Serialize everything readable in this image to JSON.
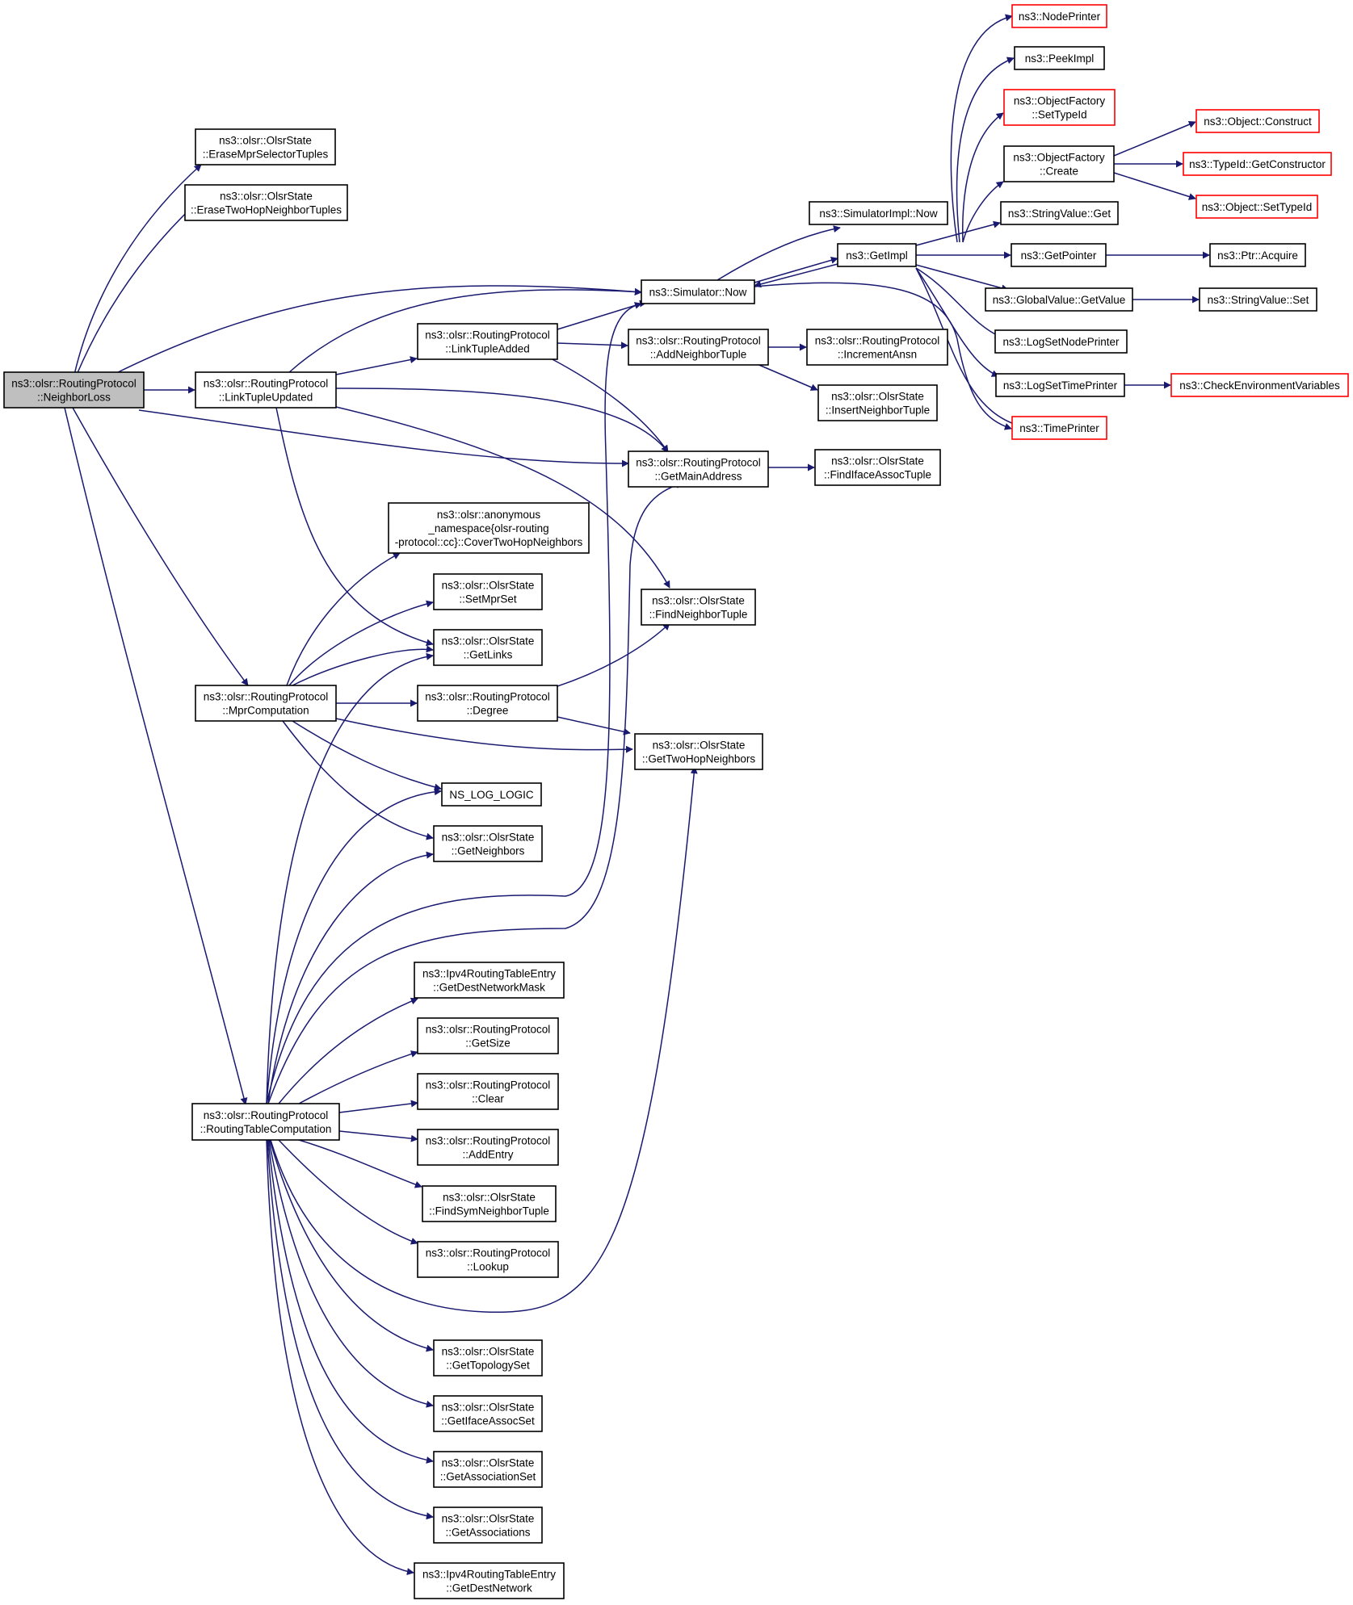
{
  "graph": {
    "edge_color": "#191970",
    "nodes": {
      "n01": {
        "lines": [
          "ns3::olsr::RoutingProtocol",
          "::NeighborLoss"
        ],
        "style": "root",
        "fill": "#bfbfbf"
      },
      "n02": {
        "lines": [
          "ns3::olsr::OlsrState",
          "::EraseMprSelectorTuples"
        ]
      },
      "n03": {
        "lines": [
          "ns3::olsr::OlsrState",
          "::EraseTwoHopNeighborTuples"
        ]
      },
      "n04": {
        "lines": [
          "ns3::olsr::RoutingProtocol",
          "::LinkTupleUpdated"
        ]
      },
      "n05": {
        "lines": [
          "ns3::olsr::RoutingProtocol",
          "::MprComputation"
        ]
      },
      "n06": {
        "lines": [
          "ns3::olsr::RoutingProtocol",
          "::RoutingTableComputation"
        ]
      },
      "n07": {
        "lines": [
          "ns3::Simulator::Now"
        ]
      },
      "n08": {
        "lines": [
          "ns3::olsr::RoutingProtocol",
          "::LinkTupleAdded"
        ]
      },
      "n09": {
        "lines": [
          "ns3::olsr::RoutingProtocol",
          "::GetMainAddress"
        ]
      },
      "n10": {
        "lines": [
          "ns3::olsr::anonymous",
          "_namespace{olsr-routing",
          "-protocol::cc}::CoverTwoHopNeighbors"
        ]
      },
      "n11": {
        "lines": [
          "ns3::olsr::OlsrState",
          "::SetMprSet"
        ]
      },
      "n12": {
        "lines": [
          "ns3::olsr::OlsrState",
          "::GetLinks"
        ]
      },
      "n13": {
        "lines": [
          "ns3::olsr::RoutingProtocol",
          "::Degree"
        ]
      },
      "n14": {
        "lines": [
          "NS_LOG_LOGIC"
        ]
      },
      "n15": {
        "lines": [
          "ns3::olsr::OlsrState",
          "::GetNeighbors"
        ]
      },
      "n16": {
        "lines": [
          "ns3::Ipv4RoutingTableEntry",
          "::GetDestNetworkMask"
        ]
      },
      "n17": {
        "lines": [
          "ns3::olsr::RoutingProtocol",
          "::GetSize"
        ]
      },
      "n18": {
        "lines": [
          "ns3::olsr::RoutingProtocol",
          "::Clear"
        ]
      },
      "n19": {
        "lines": [
          "ns3::olsr::RoutingProtocol",
          "::AddEntry"
        ]
      },
      "n20": {
        "lines": [
          "ns3::olsr::OlsrState",
          "::FindSymNeighborTuple"
        ]
      },
      "n21": {
        "lines": [
          "ns3::olsr::RoutingProtocol",
          "::Lookup"
        ]
      },
      "n22": {
        "lines": [
          "ns3::olsr::OlsrState",
          "::GetTopologySet"
        ]
      },
      "n23": {
        "lines": [
          "ns3::olsr::OlsrState",
          "::GetIfaceAssocSet"
        ]
      },
      "n24": {
        "lines": [
          "ns3::olsr::OlsrState",
          "::GetAssociationSet"
        ]
      },
      "n25": {
        "lines": [
          "ns3::olsr::OlsrState",
          "::GetAssociations"
        ]
      },
      "n26": {
        "lines": [
          "ns3::Ipv4RoutingTableEntry",
          "::GetDestNetwork"
        ]
      },
      "n27": {
        "lines": [
          "ns3::olsr::RoutingProtocol",
          "::AddNeighborTuple"
        ]
      },
      "n28": {
        "lines": [
          "ns3::olsr::OlsrState",
          "::FindNeighborTuple"
        ]
      },
      "n29": {
        "lines": [
          "ns3::olsr::OlsrState",
          "::GetTwoHopNeighbors"
        ]
      },
      "n30": {
        "lines": [
          "ns3::SimulatorImpl::Now"
        ]
      },
      "n31": {
        "lines": [
          "ns3::GetImpl"
        ]
      },
      "n32": {
        "lines": [
          "ns3::olsr::RoutingProtocol",
          "::IncrementAnsn"
        ]
      },
      "n33": {
        "lines": [
          "ns3::olsr::OlsrState",
          "::InsertNeighborTuple"
        ]
      },
      "n34": {
        "lines": [
          "ns3::olsr::OlsrState",
          "::FindIfaceAssocTuple"
        ]
      },
      "n35": {
        "lines": [
          "ns3::NodePrinter"
        ],
        "style": "red"
      },
      "n36": {
        "lines": [
          "ns3::PeekImpl"
        ]
      },
      "n37": {
        "lines": [
          "ns3::ObjectFactory",
          "::SetTypeId"
        ],
        "style": "red"
      },
      "n38": {
        "lines": [
          "ns3::ObjectFactory",
          "::Create"
        ]
      },
      "n39": {
        "lines": [
          "ns3::StringValue::Get"
        ]
      },
      "n40": {
        "lines": [
          "ns3::GetPointer"
        ]
      },
      "n41": {
        "lines": [
          "ns3::GlobalValue::GetValue"
        ]
      },
      "n42": {
        "lines": [
          "ns3::LogSetNodePrinter"
        ]
      },
      "n43": {
        "lines": [
          "ns3::LogSetTimePrinter"
        ]
      },
      "n44": {
        "lines": [
          "ns3::TimePrinter"
        ],
        "style": "red"
      },
      "n45": {
        "lines": [
          "ns3::Object::Construct"
        ],
        "style": "red"
      },
      "n46": {
        "lines": [
          "ns3::TypeId::GetConstructor"
        ],
        "style": "red"
      },
      "n47": {
        "lines": [
          "ns3::Object::SetTypeId"
        ],
        "style": "red"
      },
      "n48": {
        "lines": [
          "ns3::Ptr::Acquire"
        ]
      },
      "n49": {
        "lines": [
          "ns3::StringValue::Set"
        ]
      },
      "n50": {
        "lines": [
          "ns3::CheckEnvironmentVariables"
        ],
        "style": "red"
      }
    }
  }
}
